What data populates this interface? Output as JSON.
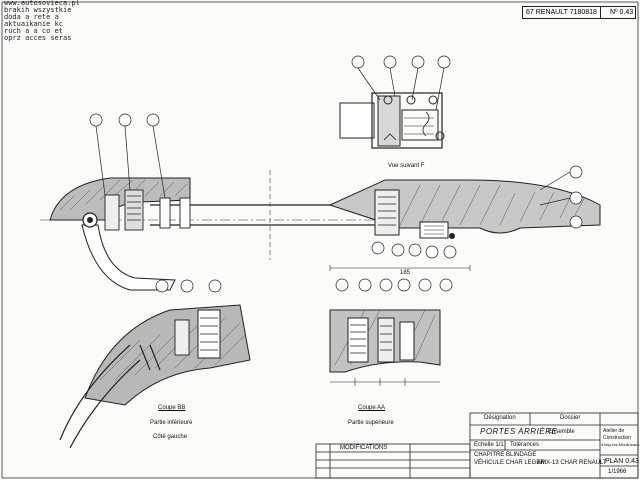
{
  "watermark": {
    "site": "www.autosovieca.pl",
    "lines": [
      "brakih wszystkie",
      "doda a rete a",
      "aktuaikanie kc",
      "ruch a a co et",
      "oprz acces seras"
    ]
  },
  "reference": {
    "drawing": "67 RENAULT 7180818",
    "sheet": "Nº 0.43"
  },
  "views": {
    "top": "Vue suivant F",
    "section_left": "Coupe BB",
    "section_left_part": "Partie inférieure",
    "section_left_side": "Côté gauche",
    "section_right": "Coupe AA",
    "section_right_part": "Partie supérieure"
  },
  "dimensions": {
    "overall": "185"
  },
  "revisions": {
    "header": "MODIFICATIONS"
  },
  "title_block": {
    "designation_label": "Désignation",
    "title": "PORTES ARRIÈRE",
    "title_suffix": "Ensemble",
    "scale_label": "Echelle 1/1",
    "tolerance_label": "Tolérances",
    "chapter": "CHAPITRE BLINDAGE",
    "vehicle": "VÉHICULE CHAR LEGER",
    "model": "AMX-13 CHAR RENAULT",
    "folder_label": "Dossier",
    "maker_line1": "Atelier de",
    "maker_line2": "Construction",
    "maker_line3": "d'Issy-les-Moulineaux",
    "plan_no": "PLAN 0.43",
    "date": "1/1966"
  }
}
